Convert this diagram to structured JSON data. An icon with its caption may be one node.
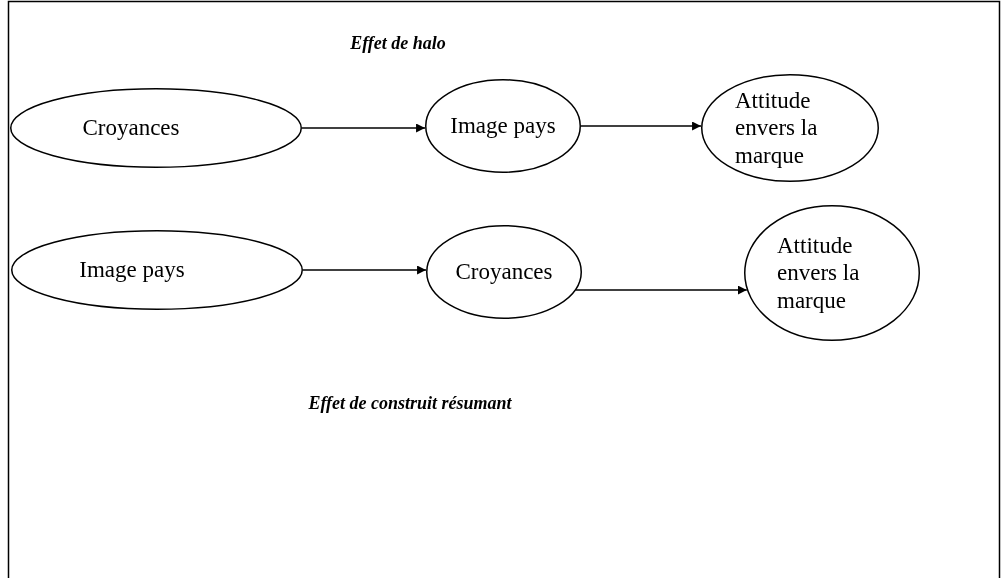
{
  "diagram": {
    "title": "Effet de halo",
    "caption": "Effet de construit résumant",
    "nodes": [
      {
        "text": [
          "Croyances"
        ]
      },
      {
        "text": [
          "Image pays"
        ]
      },
      {
        "text": [
          "Attitude envers la marque"
        ]
      },
      {
        "text": [
          "Image pays"
        ]
      },
      {
        "text": [
          "Croyances"
        ]
      },
      {
        "text": [
          "Attitude envers la marque"
        ]
      }
    ],
    "edges": [
      {
        "from": 0,
        "to": 1,
        "arrow": "to"
      },
      {
        "from": 1,
        "to": 2,
        "arrow": "to"
      },
      {
        "from": 3,
        "to": 4,
        "arrow": "to"
      },
      {
        "from": 4,
        "to": 5,
        "arrow": "to"
      }
    ]
  }
}
